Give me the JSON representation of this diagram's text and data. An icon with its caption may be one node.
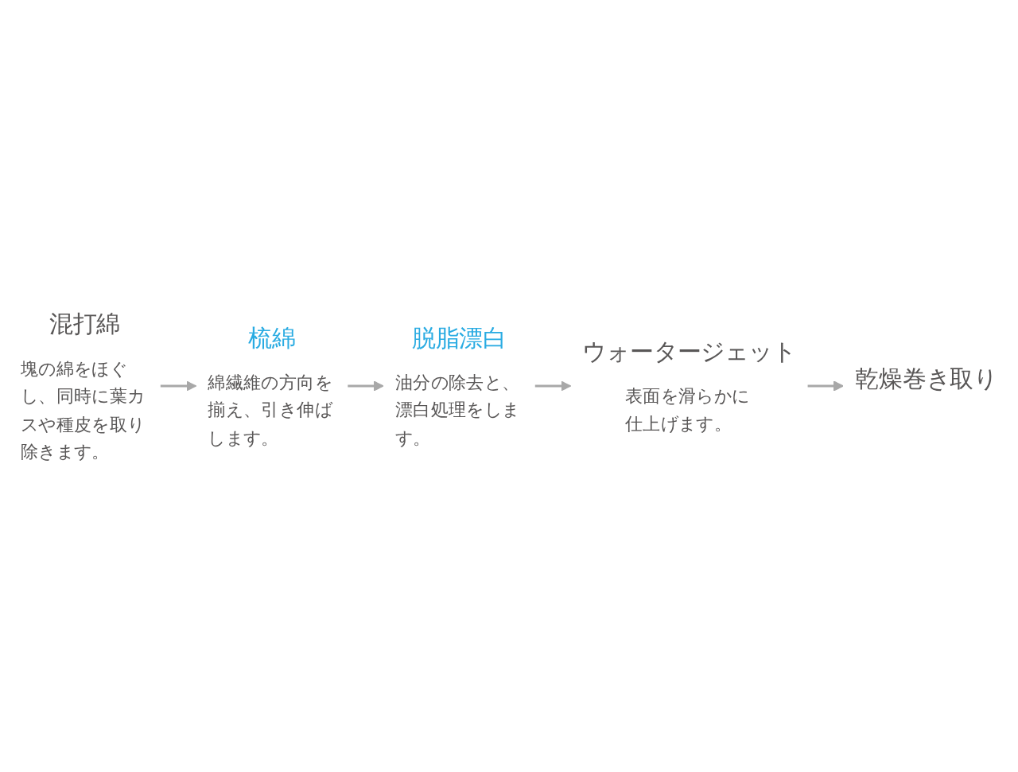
{
  "diagram": {
    "nodes": [
      {
        "text": [
          "混打綿",
          "塊の綿をほぐし、同時に葉カスや種皮を取り除きます。"
        ]
      },
      {
        "text": [
          "梳綿",
          "綿繊維の方向を揃え、引き伸ばします。"
        ]
      },
      {
        "text": [
          "脱脂漂白",
          "油分の除去と、漂白処理をします。"
        ]
      },
      {
        "text": [
          "ウォータージェット",
          "表面を滑らかに仕上げます。"
        ]
      },
      {
        "text": [
          "乾燥巻き取り"
        ]
      }
    ],
    "edges": [
      {
        "from": 0,
        "to": 1,
        "arrow": "to"
      },
      {
        "from": 1,
        "to": 2,
        "arrow": "to"
      },
      {
        "from": 2,
        "to": 3,
        "arrow": "to"
      },
      {
        "from": 3,
        "to": 4,
        "arrow": "to"
      }
    ]
  }
}
